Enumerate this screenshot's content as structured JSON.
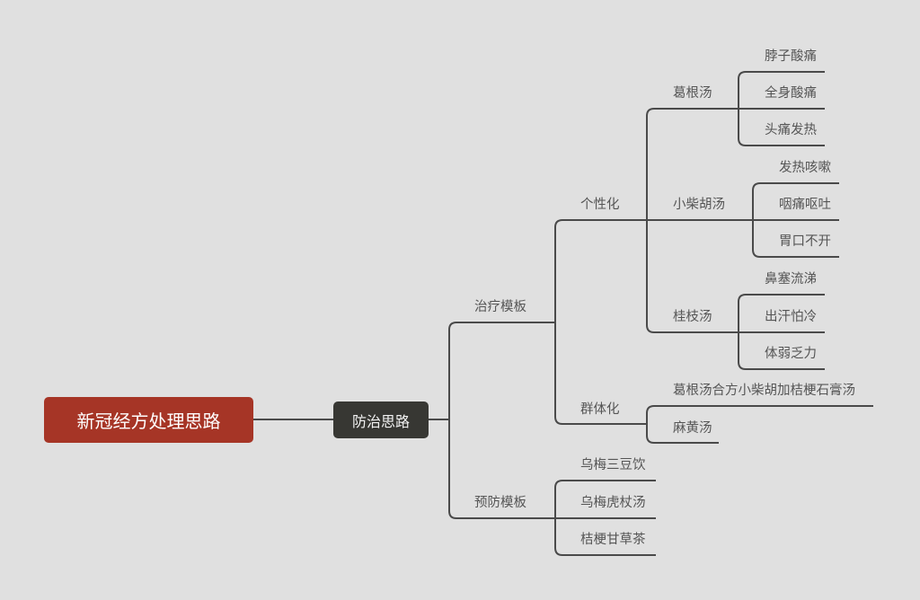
{
  "root": "新冠经方处理思路",
  "main": "防治思路",
  "branches": {
    "treatment": {
      "label": "治疗模板",
      "individual": {
        "label": "个性化",
        "gegen": {
          "label": "葛根汤",
          "items": [
            "脖子酸痛",
            "全身酸痛",
            "头痛发热"
          ]
        },
        "xiaochaihu": {
          "label": "小柴胡汤",
          "items": [
            "发热咳嗽",
            "咽痛呕吐",
            "胃口不开"
          ]
        },
        "guizhi": {
          "label": "桂枝汤",
          "items": [
            "鼻塞流涕",
            "出汗怕冷",
            "体弱乏力"
          ]
        }
      },
      "group": {
        "label": "群体化",
        "items": [
          "葛根汤合方小柴胡加桔梗石膏汤",
          "麻黄汤"
        ]
      }
    },
    "prevention": {
      "label": "预防模板",
      "items": [
        "乌梅三豆饮",
        "乌梅虎杖汤",
        "桔梗甘草茶"
      ]
    }
  },
  "colors": {
    "root": "#a63526",
    "main": "#373733",
    "line": "#4a4a4a",
    "text": "#555555",
    "background": "#e0e0e0"
  }
}
